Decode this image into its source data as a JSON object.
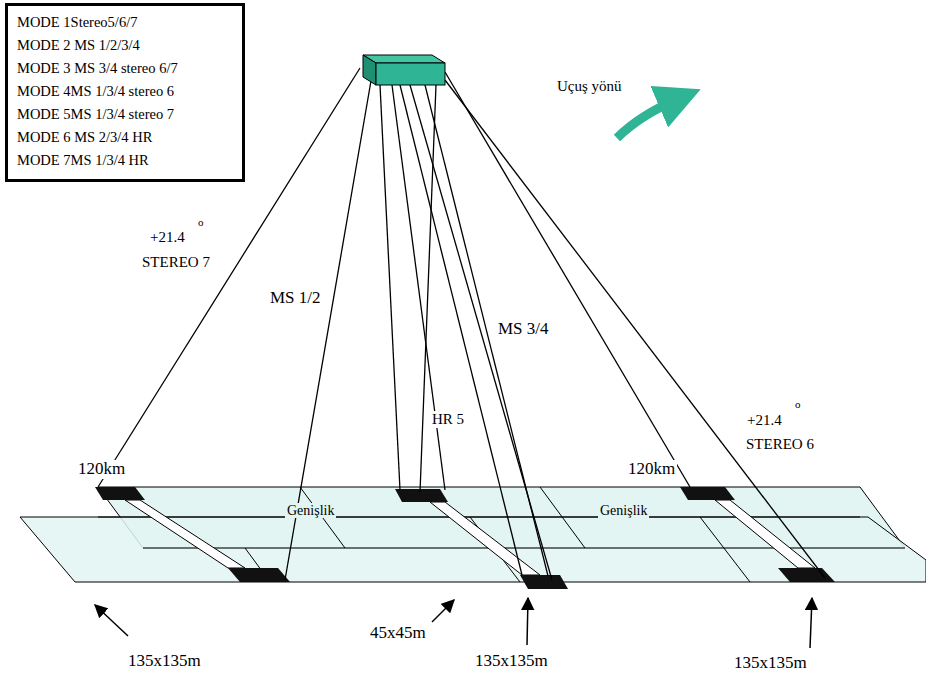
{
  "diagram": {
    "nodes": [
      {
        "text": [
          "MODE 1Stereo5/6/7",
          "MODE 2 MS 1/2/3/4",
          "MODE 3 MS 3/4 stereo 6/7",
          "MODE 4MS 1/3/4 stereo 6",
          "MODE 5MS 1/3/4 stereo 7",
          "MODE 6 MS 2/3/4 HR",
          "MODE 7MS 1/3/4 HR"
        ]
      }
    ],
    "labels": [
      "MS 1/2",
      "MS 3/4",
      "+21.4",
      "o",
      "STEREO 7",
      "Uçuş yönü",
      "+21.4",
      "o",
      "STEREO 6",
      "120km",
      "HR 5",
      "120km",
      "Genişlik",
      "Genişlik",
      "45x45m",
      "135x135m",
      "135x135m",
      "135x135m"
    ]
  }
}
